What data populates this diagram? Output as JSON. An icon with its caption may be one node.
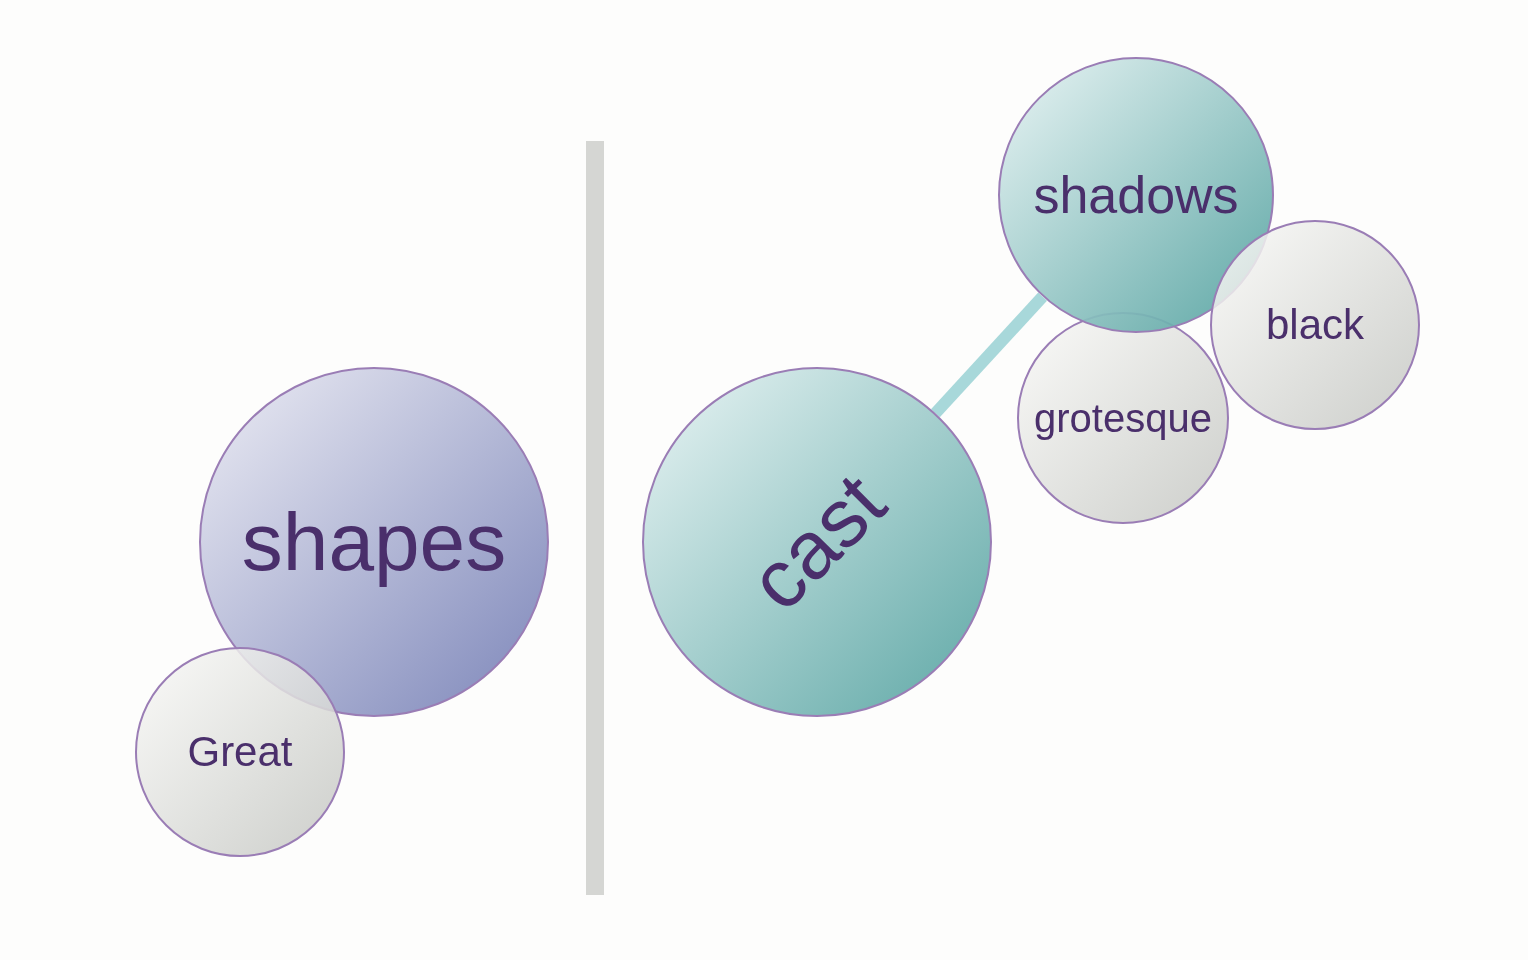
{
  "diagram": {
    "nodes": [
      {
        "text": [
          "shadows"
        ]
      },
      {
        "text": [],
        "shape": "bar"
      },
      {
        "text": [
          "black"
        ]
      },
      {
        "text": [
          "grotesque"
        ]
      },
      {
        "text": [
          "shapes"
        ]
      },
      {
        "text": [
          "cast"
        ]
      },
      {
        "text": [
          "Great"
        ]
      }
    ],
    "edges": [
      {
        "from": 5,
        "to": 0,
        "arrow": "none"
      }
    ]
  }
}
